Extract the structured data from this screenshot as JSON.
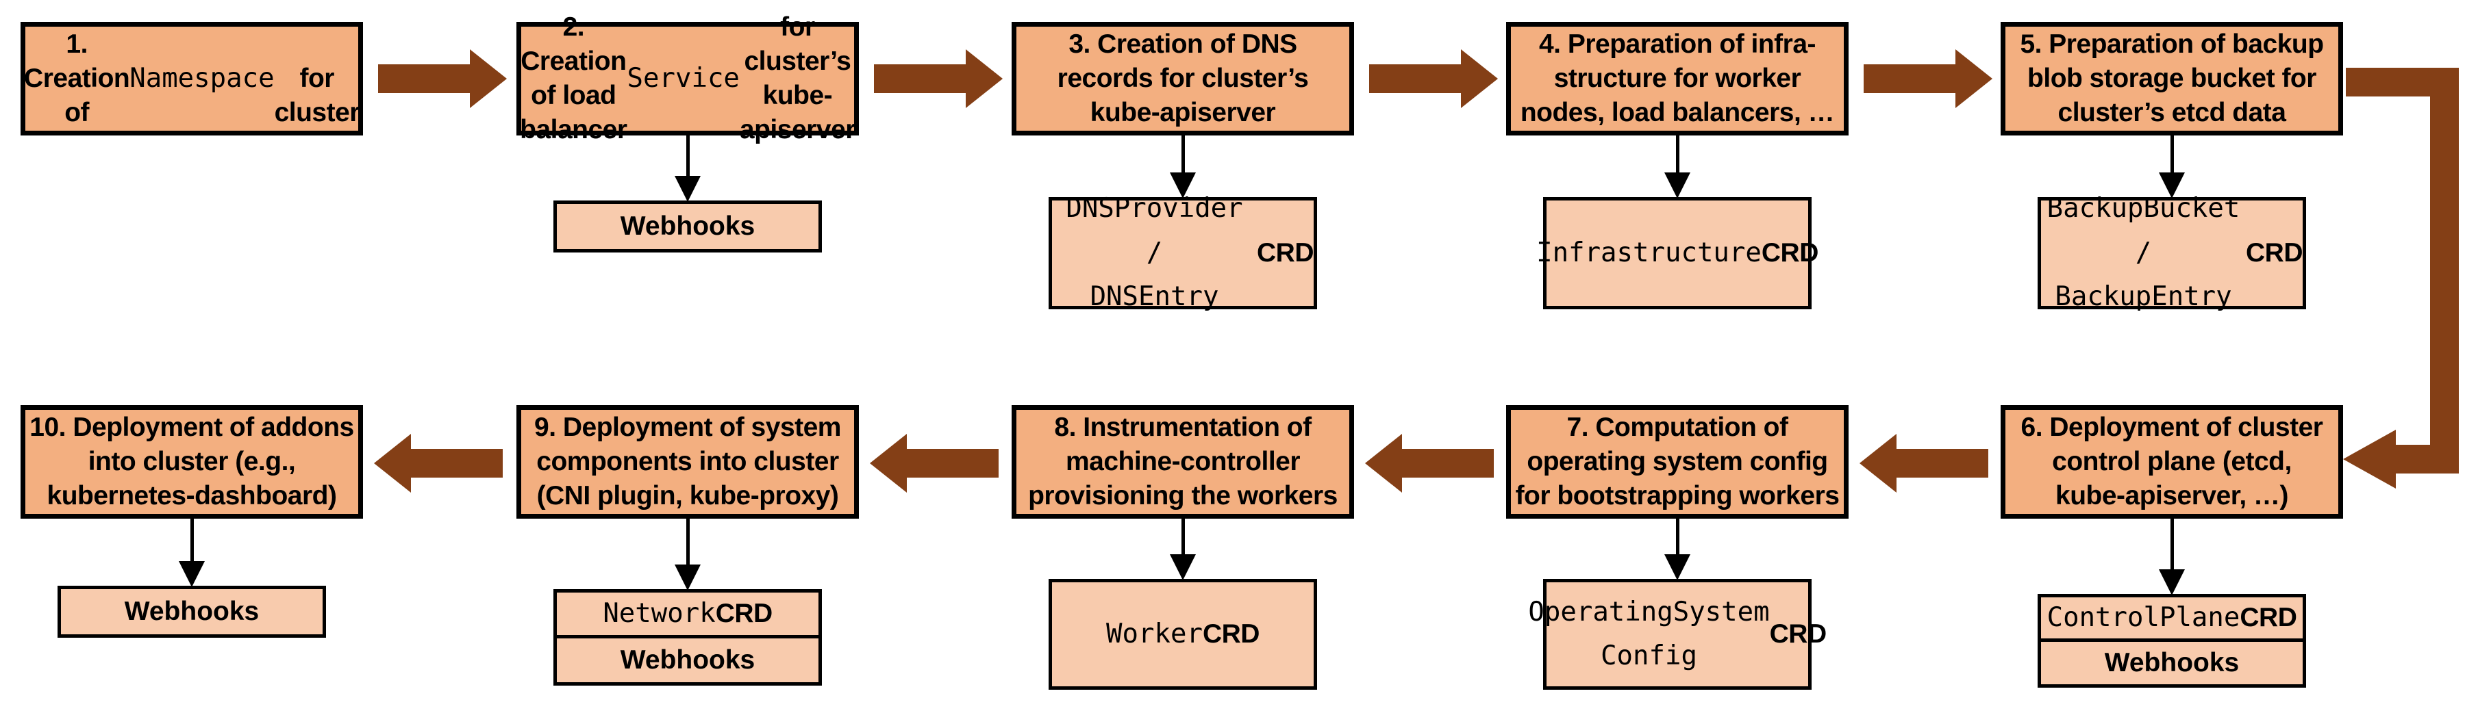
{
  "title": "Cluster reconciliation flow with extension CRDs and webhooks",
  "colors": {
    "main-fill": "#F3AF80",
    "sub-fill": "#F8CBAD",
    "arrow": "#843F16",
    "border": "#000000",
    "connector": "#000000",
    "background": "#FFFFFF"
  },
  "steps": {
    "s1": {
      "segments": [
        {
          "t": "1. Creation of\n"
        },
        {
          "t": "Namespace",
          "mono": true
        },
        {
          "t": "\nfor cluster"
        }
      ]
    },
    "s2": {
      "segments": [
        {
          "t": "2. Creation of load\nbalancer "
        },
        {
          "t": "Service",
          "mono": true
        },
        {
          "t": " for\ncluster’s kube-apiserver"
        }
      ],
      "sub": {
        "segments": [
          {
            "t": "Webhooks"
          }
        ]
      }
    },
    "s3": {
      "segments": [
        {
          "t": "3. Creation of DNS\nrecords for cluster’s\nkube-apiserver"
        }
      ],
      "sub": {
        "segments": [
          {
            "t": "DNSProvider /\nDNSEntry ",
            "mono": true
          },
          {
            "t": "CRD",
            "bold": true
          }
        ]
      }
    },
    "s4": {
      "segments": [
        {
          "t": "4. Preparation of infra-\nstructure for worker\nnodes, load balancers, …"
        }
      ],
      "sub": {
        "segments": [
          {
            "t": "Infrastructure\n",
            "mono": true
          },
          {
            "t": "CRD",
            "bold": true
          }
        ]
      }
    },
    "s5": {
      "segments": [
        {
          "t": "5. Preparation of backup\nblob storage bucket for\ncluster’s etcd data"
        }
      ],
      "sub": {
        "segments": [
          {
            "t": "BackupBucket /\nBackupEntry ",
            "mono": true
          },
          {
            "t": "CRD",
            "bold": true
          }
        ]
      }
    },
    "s6": {
      "segments": [
        {
          "t": "6. Deployment of cluster\ncontrol plane (etcd,\nkube-apiserver, …)"
        }
      ],
      "sub_cell1": {
        "segments": [
          {
            "t": "ControlPlane ",
            "mono": true
          },
          {
            "t": "CRD",
            "bold": true
          }
        ]
      },
      "sub_cell2": {
        "segments": [
          {
            "t": "Webhooks"
          }
        ]
      }
    },
    "s7": {
      "segments": [
        {
          "t": "7. Computation of\noperating system config\nfor bootstrapping workers"
        }
      ],
      "sub": {
        "segments": [
          {
            "t": "OperatingSystem\nConfig ",
            "mono": true
          },
          {
            "t": "CRD",
            "bold": true
          }
        ]
      }
    },
    "s8": {
      "segments": [
        {
          "t": "8. Instrumentation of\nmachine-controller\nprovisioning the workers"
        }
      ],
      "sub": {
        "segments": [
          {
            "t": "Worker\n",
            "mono": true
          },
          {
            "t": "CRD",
            "bold": true
          }
        ]
      }
    },
    "s9": {
      "segments": [
        {
          "t": "9. Deployment of system\ncomponents into cluster\n(CNI plugin, kube-proxy)"
        }
      ],
      "sub_cell1": {
        "segments": [
          {
            "t": "Network ",
            "mono": true
          },
          {
            "t": "CRD",
            "bold": true
          }
        ]
      },
      "sub_cell2": {
        "segments": [
          {
            "t": "Webhooks"
          }
        ]
      }
    },
    "s10": {
      "segments": [
        {
          "t": "10. Deployment of addons\ninto cluster (e.g.,\nkubernetes-dashboard)"
        }
      ],
      "sub": {
        "segments": [
          {
            "t": "Webhooks"
          }
        ]
      }
    }
  }
}
